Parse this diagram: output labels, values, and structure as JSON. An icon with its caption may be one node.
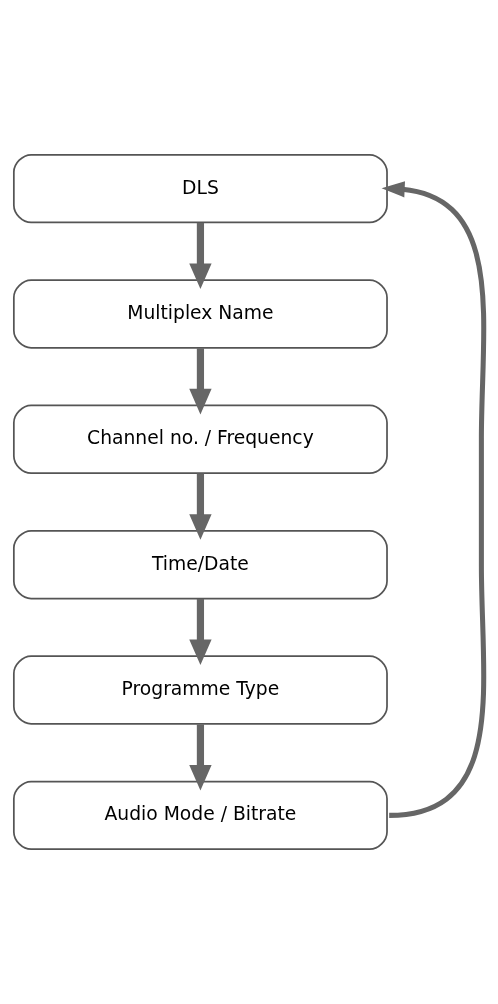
{
  "diagram": {
    "nodes": [
      {
        "text": [
          "DLS"
        ]
      },
      {
        "text": [
          "Multiplex Name"
        ]
      },
      {
        "text": [
          "Channel no. / Frequency"
        ]
      },
      {
        "text": [
          "Time/Date"
        ]
      },
      {
        "text": [
          "Programme Type"
        ]
      },
      {
        "text": [
          "Audio Mode / Bitrate"
        ]
      }
    ],
    "edges": [
      {
        "from": 0,
        "to": 1,
        "arrow": "to"
      },
      {
        "from": 1,
        "to": 2,
        "arrow": "to"
      },
      {
        "from": 2,
        "to": 3,
        "arrow": "to"
      },
      {
        "from": 3,
        "to": 4,
        "arrow": "to"
      },
      {
        "from": 4,
        "to": 5,
        "arrow": "to"
      },
      {
        "from": 5,
        "to": 0,
        "arrow": "to"
      }
    ]
  }
}
